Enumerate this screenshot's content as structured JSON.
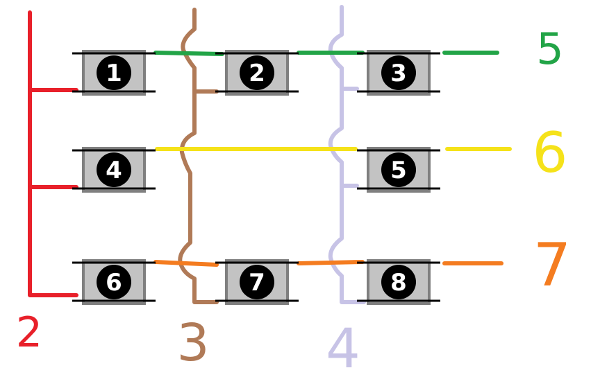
{
  "buttons": [
    "1",
    "2",
    "3",
    "4",
    "5",
    "6",
    "7",
    "8"
  ],
  "nets": {
    "n2": "2",
    "n3": "3",
    "n4": "4",
    "n5": "5",
    "n6": "6",
    "n7": "7"
  },
  "colors": {
    "n2": "#e8202a",
    "n3": "#b07a57",
    "n4": "#c7c3e6",
    "n5": "#22a447",
    "n6": "#f5e21a",
    "n7": "#f47c20",
    "button_body": "#c3c3c3",
    "button_border": "#7f7f7f",
    "button_cap": "#000000",
    "pin": "#000000"
  }
}
